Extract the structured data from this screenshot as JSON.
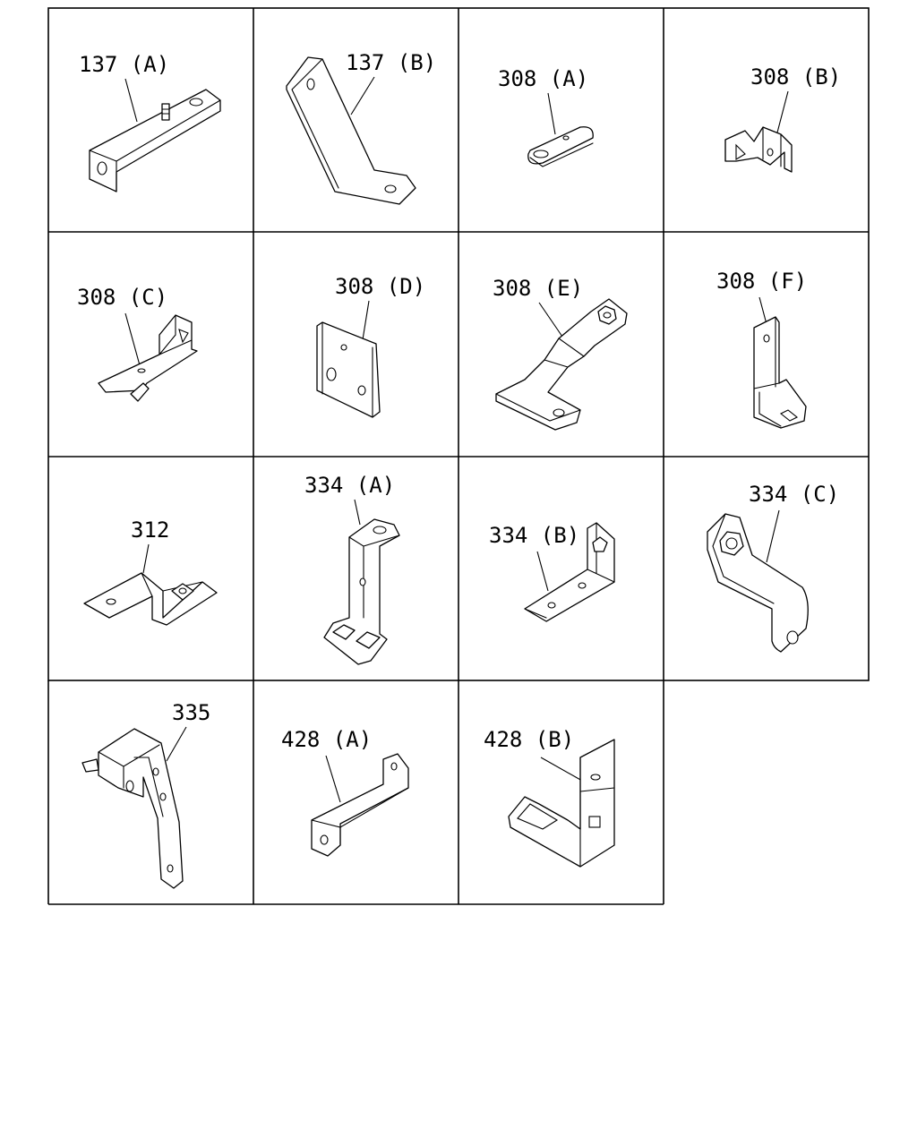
{
  "labels": {
    "c1": "137 (A)",
    "c2": "137 (B)",
    "c3": "308 (A)",
    "c4": "308 (B)",
    "c5": "308 (C)",
    "c6": "308 (D)",
    "c7": "308 (E)",
    "c8": "308 (F)",
    "c9": "312",
    "c10": "334 (A)",
    "c11": "334 (B)",
    "c12": "334 (C)",
    "c13": "335",
    "c14": "428 (A)",
    "c15": "428 (B)"
  }
}
